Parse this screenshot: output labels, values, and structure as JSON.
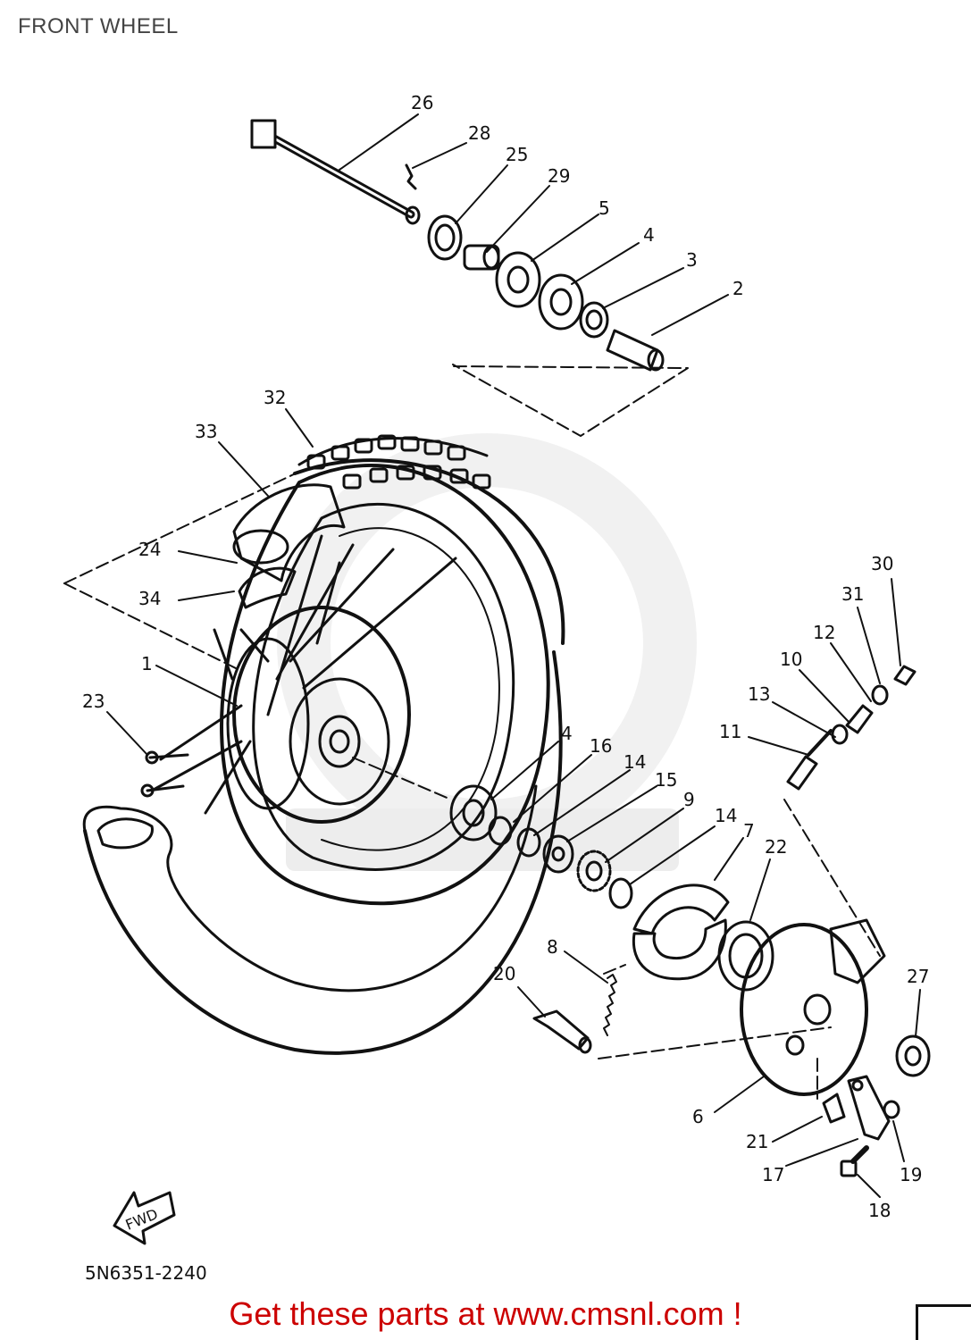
{
  "page": {
    "title": "FRONT WHEEL"
  },
  "diagram": {
    "part_numbers": [
      "26",
      "28",
      "25",
      "29",
      "5",
      "4",
      "3",
      "2",
      "32",
      "33",
      "24",
      "34",
      "1",
      "23",
      "4",
      "16",
      "14",
      "15",
      "9",
      "14",
      "7",
      "22",
      "8",
      "20",
      "6",
      "21",
      "17",
      "18",
      "19",
      "27",
      "30",
      "31",
      "12",
      "10",
      "13",
      "11"
    ],
    "drawing_code": "5N6351-2240",
    "stamp_text": "FWD"
  },
  "footer": {
    "text": "Get these parts at www.cmsnl.com !"
  },
  "colors": {
    "line": "#111111",
    "footer_text": "#cc0000",
    "watermark": "#dcdcdc"
  }
}
